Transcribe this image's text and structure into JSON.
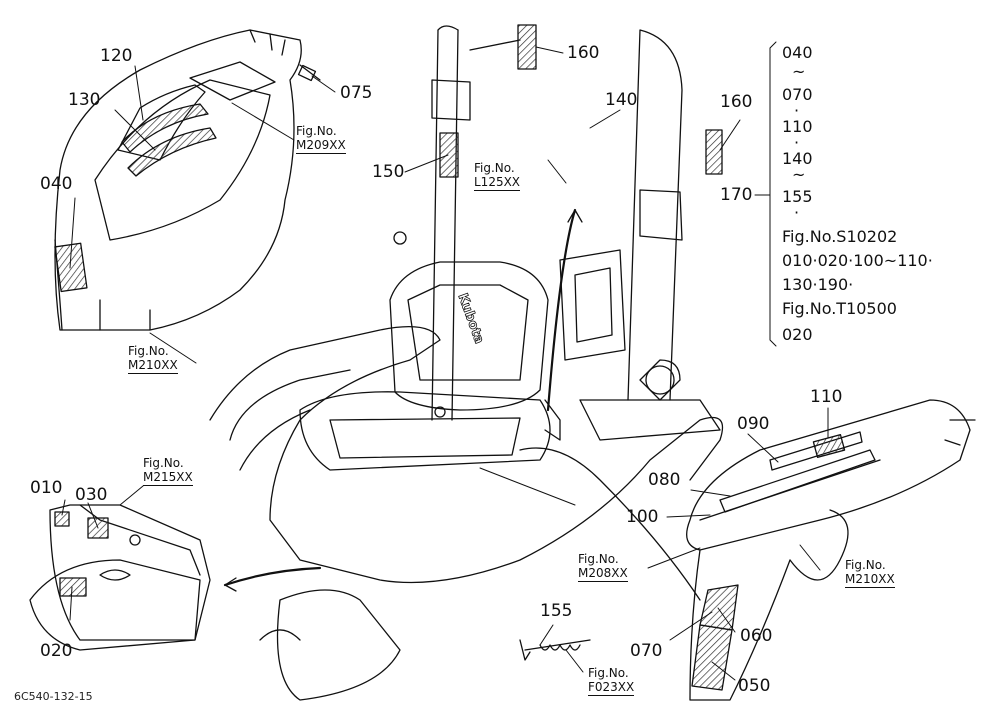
{
  "callouts": {
    "c040a": "040",
    "c075": "075",
    "c120": "120",
    "c130": "130",
    "c140": "140",
    "c150": "150",
    "c160a": "160",
    "c160b": "160",
    "c170": "170",
    "c010": "010",
    "c020": "020",
    "c030": "030",
    "c050": "050",
    "c060": "060",
    "c070": "070",
    "c080": "080",
    "c090": "090",
    "c100": "100",
    "c110": "110",
    "c155": "155"
  },
  "fig_refs": {
    "m209": {
      "l1": "Fig.No.",
      "l2": "M209XX"
    },
    "l125": {
      "l1": "Fig.No.",
      "l2": "L125XX"
    },
    "m210a": {
      "l1": "Fig.No.",
      "l2": "M210XX"
    },
    "m215": {
      "l1": "Fig.No.",
      "l2": "M215XX"
    },
    "m208": {
      "l1": "Fig.No.",
      "l2": "M208XX"
    },
    "m210b": {
      "l1": "Fig.No.",
      "l2": "M210XX"
    },
    "f023": {
      "l1": "Fig.No.",
      "l2": "F023XX"
    }
  },
  "legend": {
    "line1": "040",
    "tilde1": "~",
    "line2": "070",
    "dot1": "·",
    "line3": "110",
    "dot2": "·",
    "line4": "140",
    "tilde2": "~",
    "line5": "155",
    "dot3": "·",
    "line6": "Fig.No.S10202",
    "line7": "010·020·100~110·",
    "line8": "130·190·",
    "line9": "Fig.No.T10500",
    "line10": "020"
  },
  "brand_text": "Kubota",
  "drawing_code": "6C540-132-15",
  "colors": {
    "ink": "#111111",
    "paper": "#ffffff",
    "hatch": "#333333"
  }
}
